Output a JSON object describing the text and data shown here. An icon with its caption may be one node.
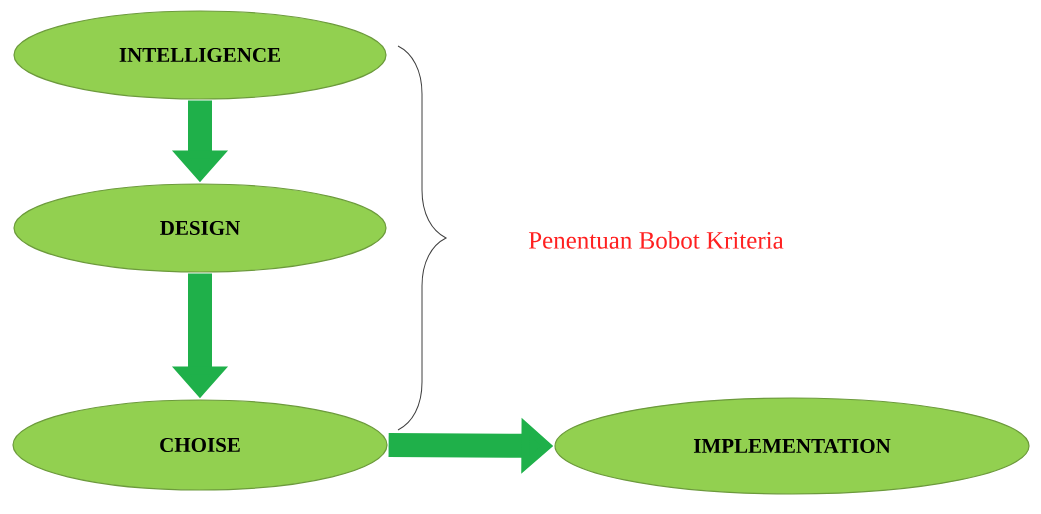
{
  "diagram": {
    "nodes": [
      {
        "text": [
          "INTELLIGENCE"
        ]
      },
      {
        "text": [
          "DESIGN"
        ]
      },
      {
        "text": [
          "CHOISE"
        ]
      },
      {
        "text": [
          "IMPLEMENTATION"
        ]
      }
    ],
    "edges": [
      {
        "from": 0,
        "to": 1,
        "arrow": "to"
      },
      {
        "from": 1,
        "to": 2,
        "arrow": "to"
      },
      {
        "from": 2,
        "to": 3,
        "arrow": "to"
      }
    ],
    "labels": [
      "Penentuan Bobot Kriteria"
    ]
  }
}
